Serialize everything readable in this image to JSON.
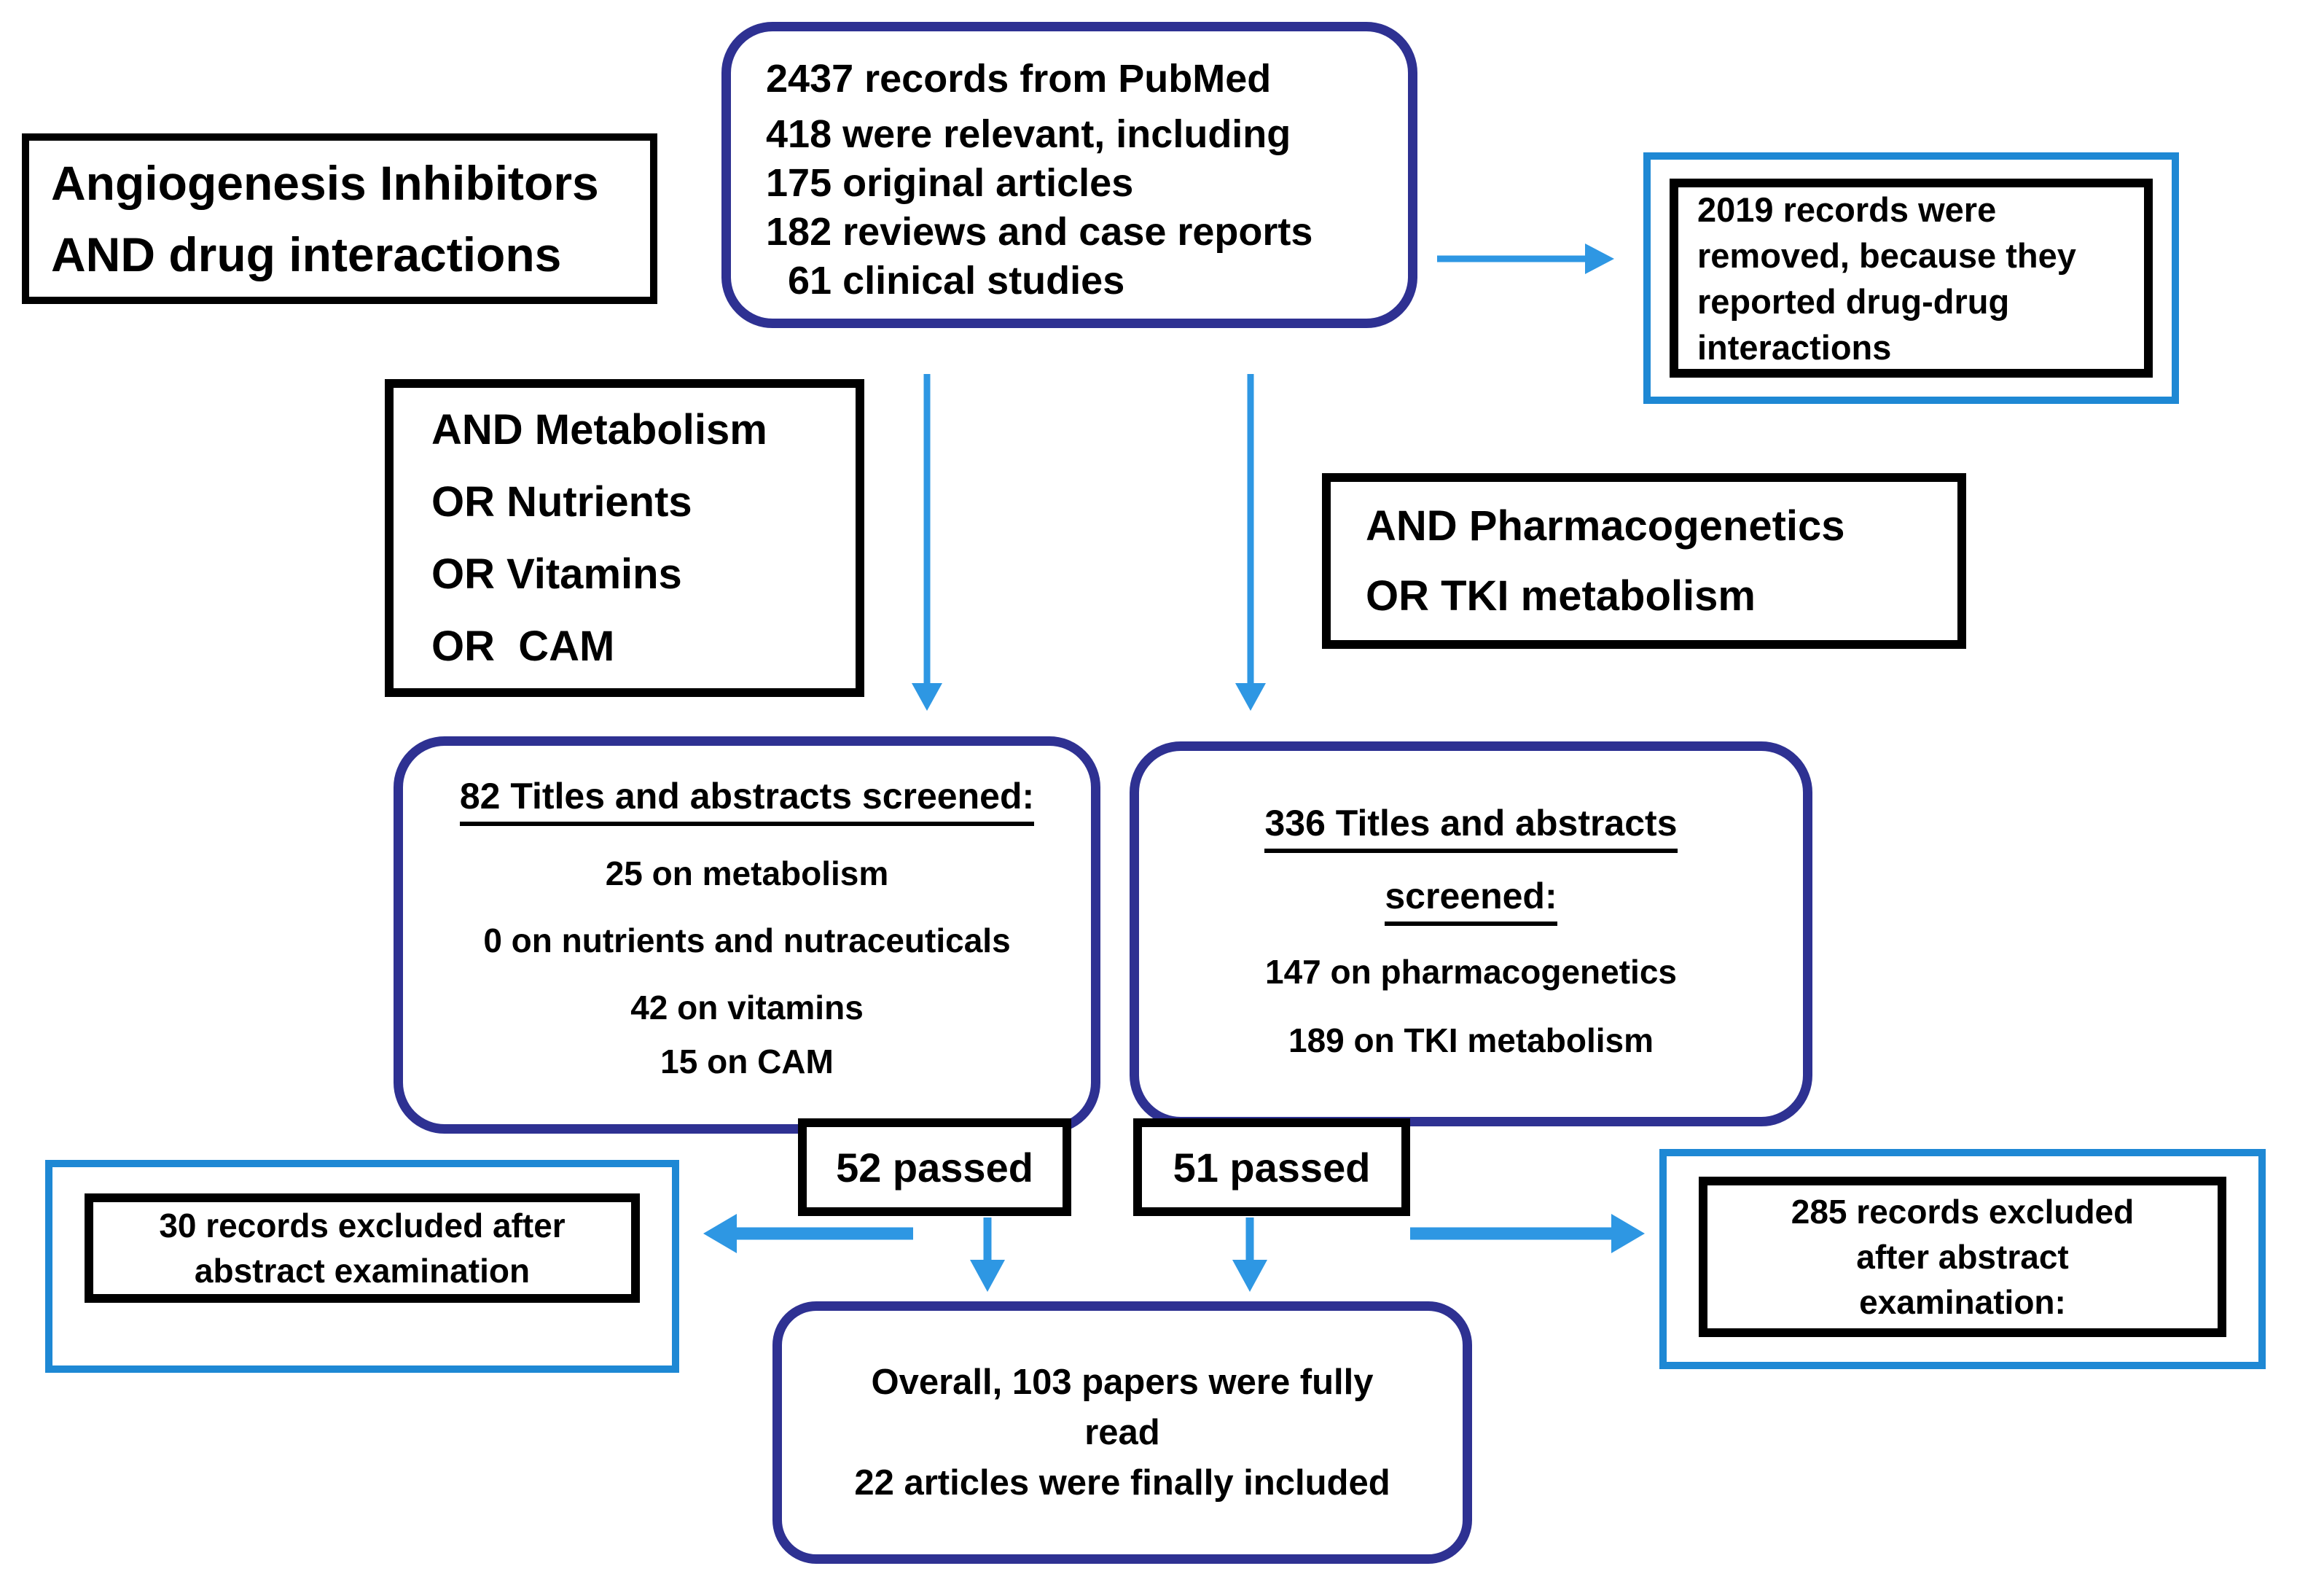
{
  "colors": {
    "navy": "#2e3192",
    "blue": "#1e88d4",
    "arrow": "#2e97e3",
    "ink": "#000000"
  },
  "query_box": {
    "lines": [
      "Angiogenesis Inhibitors",
      "AND drug interactions"
    ]
  },
  "pubmed_box": {
    "lines": [
      "2437 records from PubMed",
      "418 were relevant, including",
      "175 original articles",
      "182 reviews and case reports",
      "  61 clinical studies"
    ]
  },
  "removed_box": {
    "lines": [
      "2019 records were",
      "removed, because they",
      "reported drug-drug",
      "interactions"
    ]
  },
  "metabolism_query_box": {
    "lines": [
      "AND Metabolism",
      "OR Nutrients",
      "OR Vitamins",
      "OR  CAM"
    ]
  },
  "pharma_query_box": {
    "lines": [
      "AND Pharmacogenetics",
      "OR TKI metabolism"
    ]
  },
  "screened_left_box": {
    "header": "82 Titles and abstracts screened:",
    "items": [
      "25 on metabolism",
      "0 on nutrients and nutraceuticals",
      "42 on vitamins",
      "15 on CAM"
    ]
  },
  "screened_right_box": {
    "header_line1": "336 Titles and abstracts",
    "header_line2": "screened:",
    "items": [
      "147 on pharmacogenetics",
      "189 on TKI metabolism"
    ]
  },
  "passed_left_box": {
    "label": "52 passed"
  },
  "passed_right_box": {
    "label": "51 passed"
  },
  "excluded_left_box": {
    "lines": [
      "30 records excluded after",
      "abstract examination"
    ]
  },
  "excluded_right_box": {
    "lines": [
      "285 records excluded",
      "after abstract",
      "examination:"
    ]
  },
  "overall_box": {
    "lines": [
      "Overall, 103 papers were fully",
      "read",
      "22 articles were finally included"
    ]
  }
}
